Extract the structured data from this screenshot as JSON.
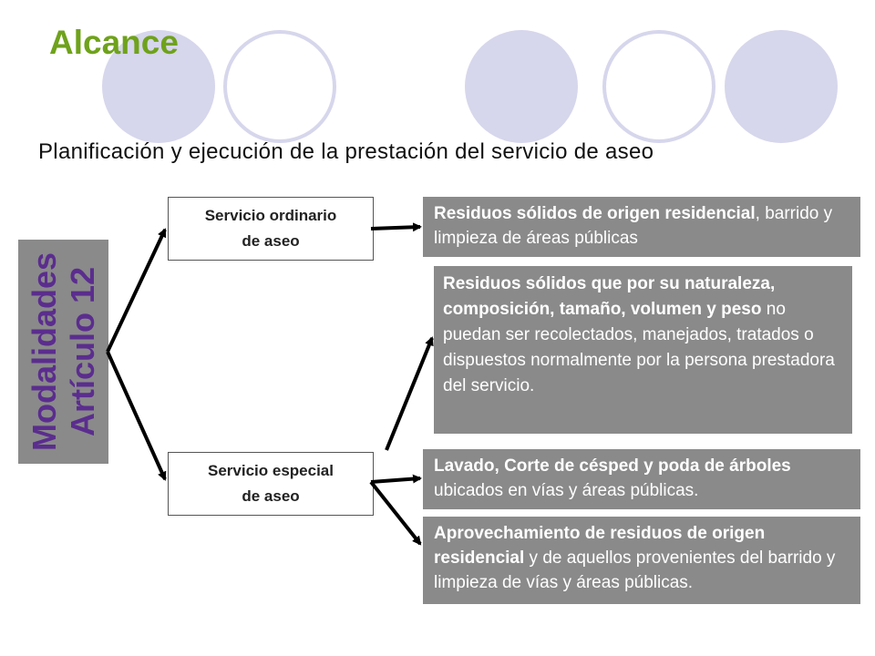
{
  "header": {
    "title": "Alcance",
    "subtitle": "Planificación y ejecución de la prestación del servicio de aseo"
  },
  "vertical_label": {
    "line1": "Modalidades",
    "line2": "Artículo 12"
  },
  "services": {
    "ordinario": {
      "line1": "Servicio ordinario",
      "line2": "de aseo"
    },
    "especial": {
      "line1": "Servicio especial",
      "line2": "de aseo"
    }
  },
  "descriptions": {
    "residencial": {
      "bold": "Residuos sólidos de origen residencial",
      "rest": ", barrido y limpieza de áreas públicas"
    },
    "especiales": {
      "bold": "Residuos sólidos que por su naturaleza, composición, tamaño, volumen y peso",
      "rest": " no puedan ser recolectados, manejados, tratados o dispuestos normalmente por la persona prestadora del servicio."
    },
    "lavado": {
      "bold": "Lavado, Corte de césped y poda de árboles",
      "rest": " ubicados en vías y áreas públicas."
    },
    "aprovechamiento": {
      "bold": "Aprovechamiento de residuos de origen residencial",
      "rest": " y de aquellos provenientes del barrido y limpieza de vías y áreas públicas."
    }
  },
  "colors": {
    "title": "#6fa21c",
    "vertical_text": "#5b2d8e",
    "box_gray": "#8a8a8a",
    "circle": "#d6d6ec"
  }
}
